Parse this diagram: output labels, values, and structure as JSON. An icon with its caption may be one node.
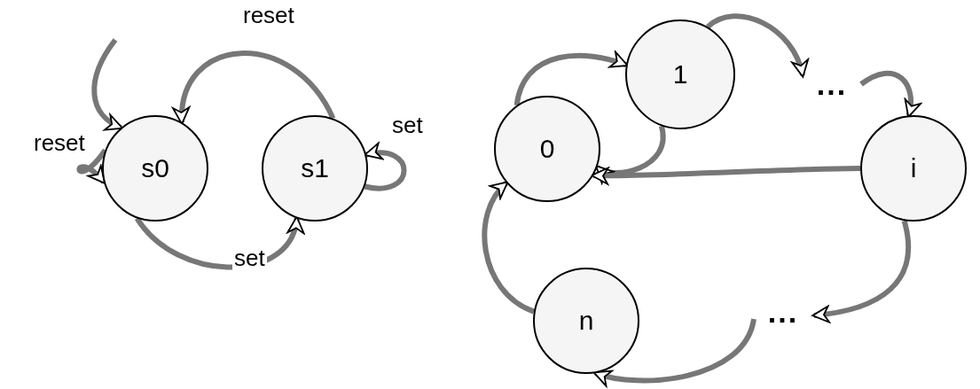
{
  "diagram": {
    "nodes": [
      {
        "text": [
          "s0"
        ]
      },
      {
        "text": [
          "s1"
        ]
      },
      {
        "text": [
          "0"
        ]
      },
      {
        "text": [
          "1"
        ]
      },
      {
        "text": [
          "..."
        ]
      },
      {
        "text": [
          "i"
        ]
      },
      {
        "text": [
          "..."
        ]
      },
      {
        "text": [
          "n"
        ]
      }
    ],
    "edges": [
      {
        "from": 1,
        "to": 0,
        "arrow": "to",
        "label": "reset"
      },
      {
        "from": 0,
        "to": 1,
        "arrow": "to",
        "label": "set"
      },
      {
        "from": 0,
        "to": 0,
        "arrow": "to",
        "label": "reset"
      },
      {
        "from": 1,
        "to": 1,
        "arrow": "to",
        "label": "set"
      },
      {
        "from": null,
        "to": 0,
        "arrow": "to"
      },
      {
        "from": 2,
        "to": 3,
        "arrow": "to"
      },
      {
        "from": 3,
        "to": 2,
        "arrow": "to"
      },
      {
        "from": 3,
        "to": 4,
        "arrow": "to"
      },
      {
        "from": 4,
        "to": 5,
        "arrow": "to"
      },
      {
        "from": 5,
        "to": 2,
        "arrow": "to"
      },
      {
        "from": 5,
        "to": 6,
        "arrow": "to"
      },
      {
        "from": 6,
        "to": 7,
        "arrow": "to"
      },
      {
        "from": 7,
        "to": 2,
        "arrow": "to"
      }
    ]
  }
}
